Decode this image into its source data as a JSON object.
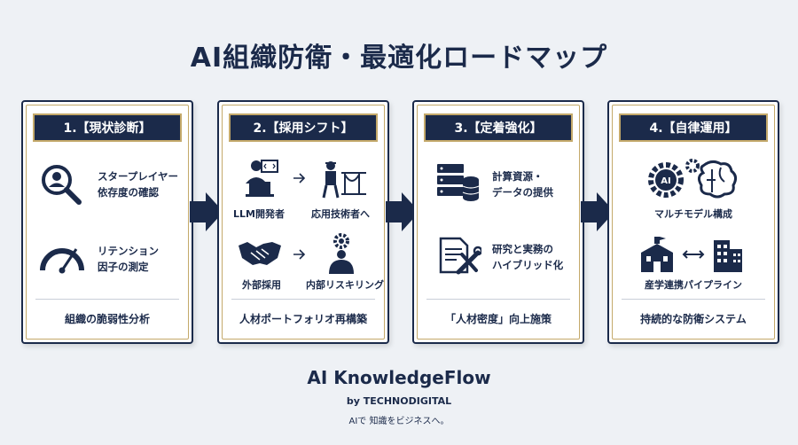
{
  "title": "AI組織防衛・最適化ロードマップ",
  "steps": [
    {
      "header": "1.【現状診断】",
      "item1": [
        "スタープレイヤー",
        "依存度の確認"
      ],
      "item2": [
        "リテンション",
        "因子の測定"
      ],
      "bottom": "組織の脆弱性分析"
    },
    {
      "header": "2.【採用シフト】",
      "from1": "LLM開発者",
      "to1": "応用技術者へ",
      "from2": "外部採用",
      "to2": "内部リスキリング",
      "bottom": "人材ポートフォリオ再構築"
    },
    {
      "header": "3.【定着強化】",
      "item1": [
        "計算資源・",
        "データの提供"
      ],
      "item2": [
        "研究と実務の",
        "ハイブリッド化"
      ],
      "bottom": "「人材密度」向上施策"
    },
    {
      "header": "4.【自律運用】",
      "label1": "マルチモデル構成",
      "label2": "産学連携パイプライン",
      "bottom": "持続的な防衛システム",
      "ai_badge": "AI"
    }
  ],
  "brand": "AI KnowledgeFlow",
  "by": "by TECHNODIGITAL",
  "tagline": "AIで 知識をビジネスへ。",
  "colors": {
    "navy": "#1b2a4a",
    "gold": "#c4a96a",
    "background": "#eef1f5"
  }
}
